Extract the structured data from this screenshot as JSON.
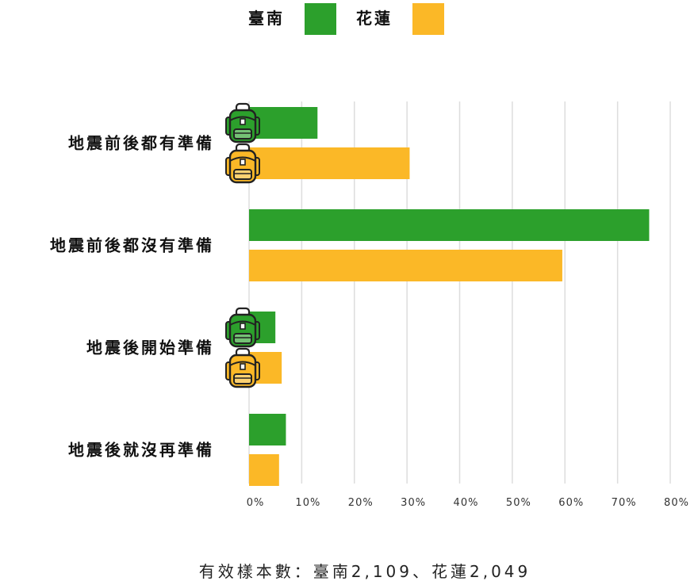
{
  "chart_data": {
    "type": "bar",
    "orientation": "horizontal",
    "categories": [
      "地震前後都有準備",
      "地震前後都沒有準備",
      "地震後開始準備",
      "地震後就沒再準備"
    ],
    "series": [
      {
        "name": "臺南",
        "color": "#2ca02c",
        "values": [
          13.0,
          76.0,
          5.0,
          7.0
        ]
      },
      {
        "name": "花蓮",
        "color": "#fbb827",
        "values": [
          30.5,
          59.5,
          6.2,
          5.7
        ]
      }
    ],
    "xlim": [
      0,
      80
    ],
    "xticks": [
      {
        "value": 0,
        "label": "0%"
      },
      {
        "value": 10,
        "label": "10%"
      },
      {
        "value": 20,
        "label": "20%"
      },
      {
        "value": 30,
        "label": "30%"
      },
      {
        "value": 40,
        "label": "40%"
      },
      {
        "value": 50,
        "label": "50%"
      },
      {
        "value": 60,
        "label": "60%"
      },
      {
        "value": 70,
        "label": "70%"
      },
      {
        "value": 80,
        "label": "80%"
      }
    ],
    "grid": true,
    "legend": "top-center",
    "backpack_icons": [
      "地震前後都有準備",
      "地震後開始準備"
    ],
    "note": "有效樣本數：臺南2,109、花蓮2,049"
  }
}
